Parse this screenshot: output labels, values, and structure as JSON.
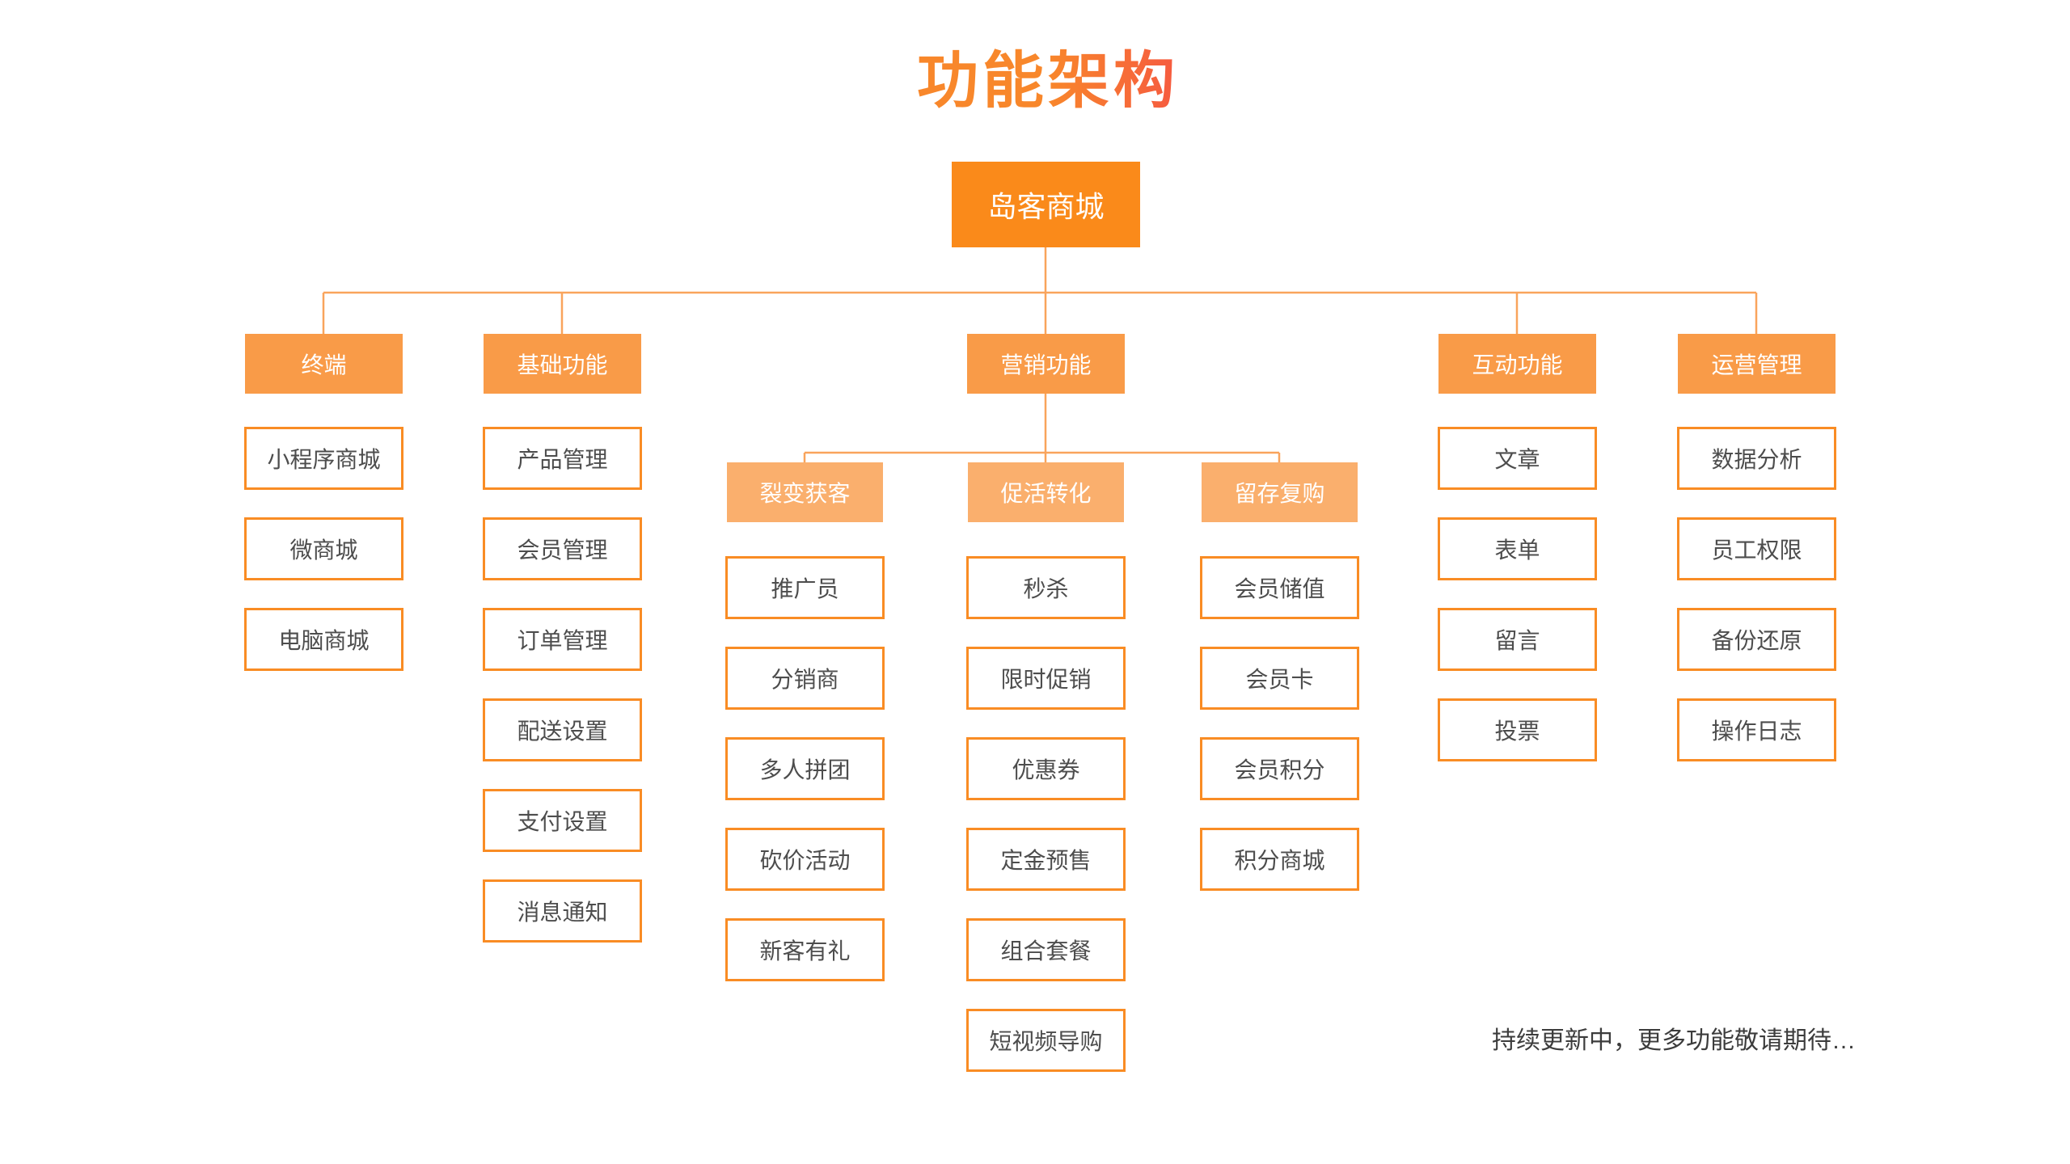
{
  "title": "功能架构",
  "root": {
    "label": "岛客商城"
  },
  "branches": [
    {
      "label": "终端",
      "children": [
        "小程序商城",
        "微商城",
        "电脑商城"
      ]
    },
    {
      "label": "基础功能",
      "children": [
        "产品管理",
        "会员管理",
        "订单管理",
        "配送设置",
        "支付设置",
        "消息通知"
      ]
    },
    {
      "label": "营销功能",
      "groups": [
        {
          "label": "裂变获客",
          "children": [
            "推广员",
            "分销商",
            "多人拼团",
            "砍价活动",
            "新客有礼"
          ]
        },
        {
          "label": "促活转化",
          "children": [
            "秒杀",
            "限时促销",
            "优惠券",
            "定金预售",
            "组合套餐",
            "短视频导购"
          ]
        },
        {
          "label": "留存复购",
          "children": [
            "会员储值",
            "会员卡",
            "会员积分",
            "积分商城"
          ]
        }
      ]
    },
    {
      "label": "互动功能",
      "children": [
        "文章",
        "表单",
        "留言",
        "投票"
      ]
    },
    {
      "label": "运营管理",
      "children": [
        "数据分析",
        "员工权限",
        "备份还原",
        "操作日志"
      ]
    }
  ],
  "footer_note": "持续更新中，更多功能敬请期待…",
  "colors": {
    "title_gradient_start": "#f8872b",
    "title_gradient_end": "#f65a40",
    "root_fill": "#fa8a1a",
    "branch_fill": "#f99b48",
    "group_fill": "#faaf6d",
    "leaf_border": "#f98c24",
    "connector_line": "#f9a45c",
    "leaf_text": "#4d4d4d",
    "node_text": "#ffffff",
    "footer_text": "#3c3c3c",
    "background": "#ffffff"
  }
}
